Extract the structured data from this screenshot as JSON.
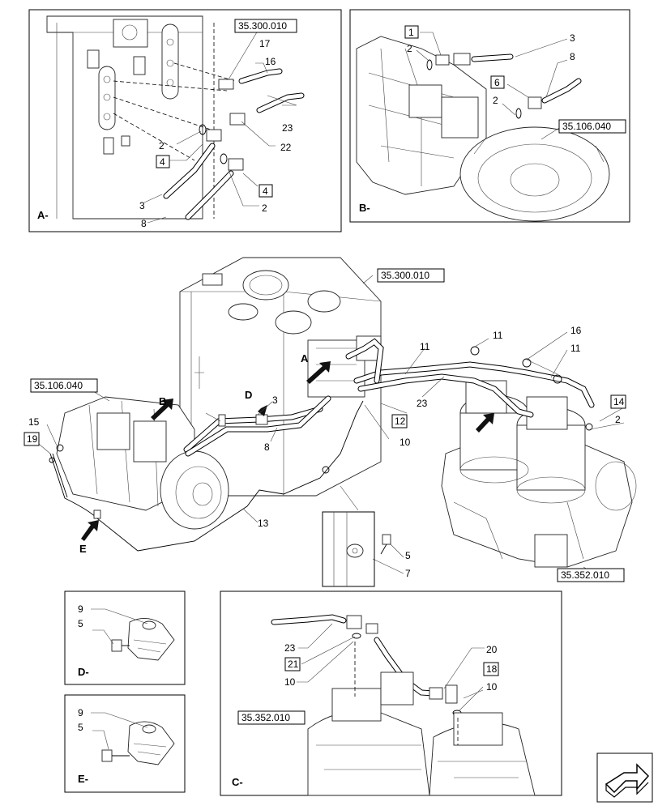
{
  "detail_A": {
    "label": "A-",
    "ref": "35.300.010",
    "callouts": [
      "17",
      "16",
      "23",
      "22",
      "2",
      "4",
      "3",
      "8",
      "4",
      "2"
    ]
  },
  "detail_B": {
    "label": "B-",
    "ref": "35.106.040",
    "callouts": [
      "1",
      "2",
      "3",
      "8",
      "6",
      "2"
    ]
  },
  "main_view": {
    "refs": [
      "35.300.010",
      "35.106.040",
      "35.352.010"
    ],
    "view_letters": [
      "A",
      "B",
      "D",
      "E"
    ],
    "callouts": [
      "11",
      "16",
      "11",
      "11",
      "3",
      "23",
      "8",
      "10",
      "12",
      "14",
      "2",
      "15",
      "19",
      "13",
      "5",
      "7"
    ]
  },
  "detail_D": {
    "label": "D-",
    "callouts": [
      "9",
      "5"
    ]
  },
  "detail_E": {
    "label": "E-",
    "callouts": [
      "9",
      "5"
    ]
  },
  "detail_C": {
    "label": "C-",
    "ref": "35.352.010",
    "callouts": [
      "23",
      "21",
      "10",
      "20",
      "18",
      "10"
    ]
  },
  "nav": {
    "icon": "next-page-arrow-icon"
  }
}
